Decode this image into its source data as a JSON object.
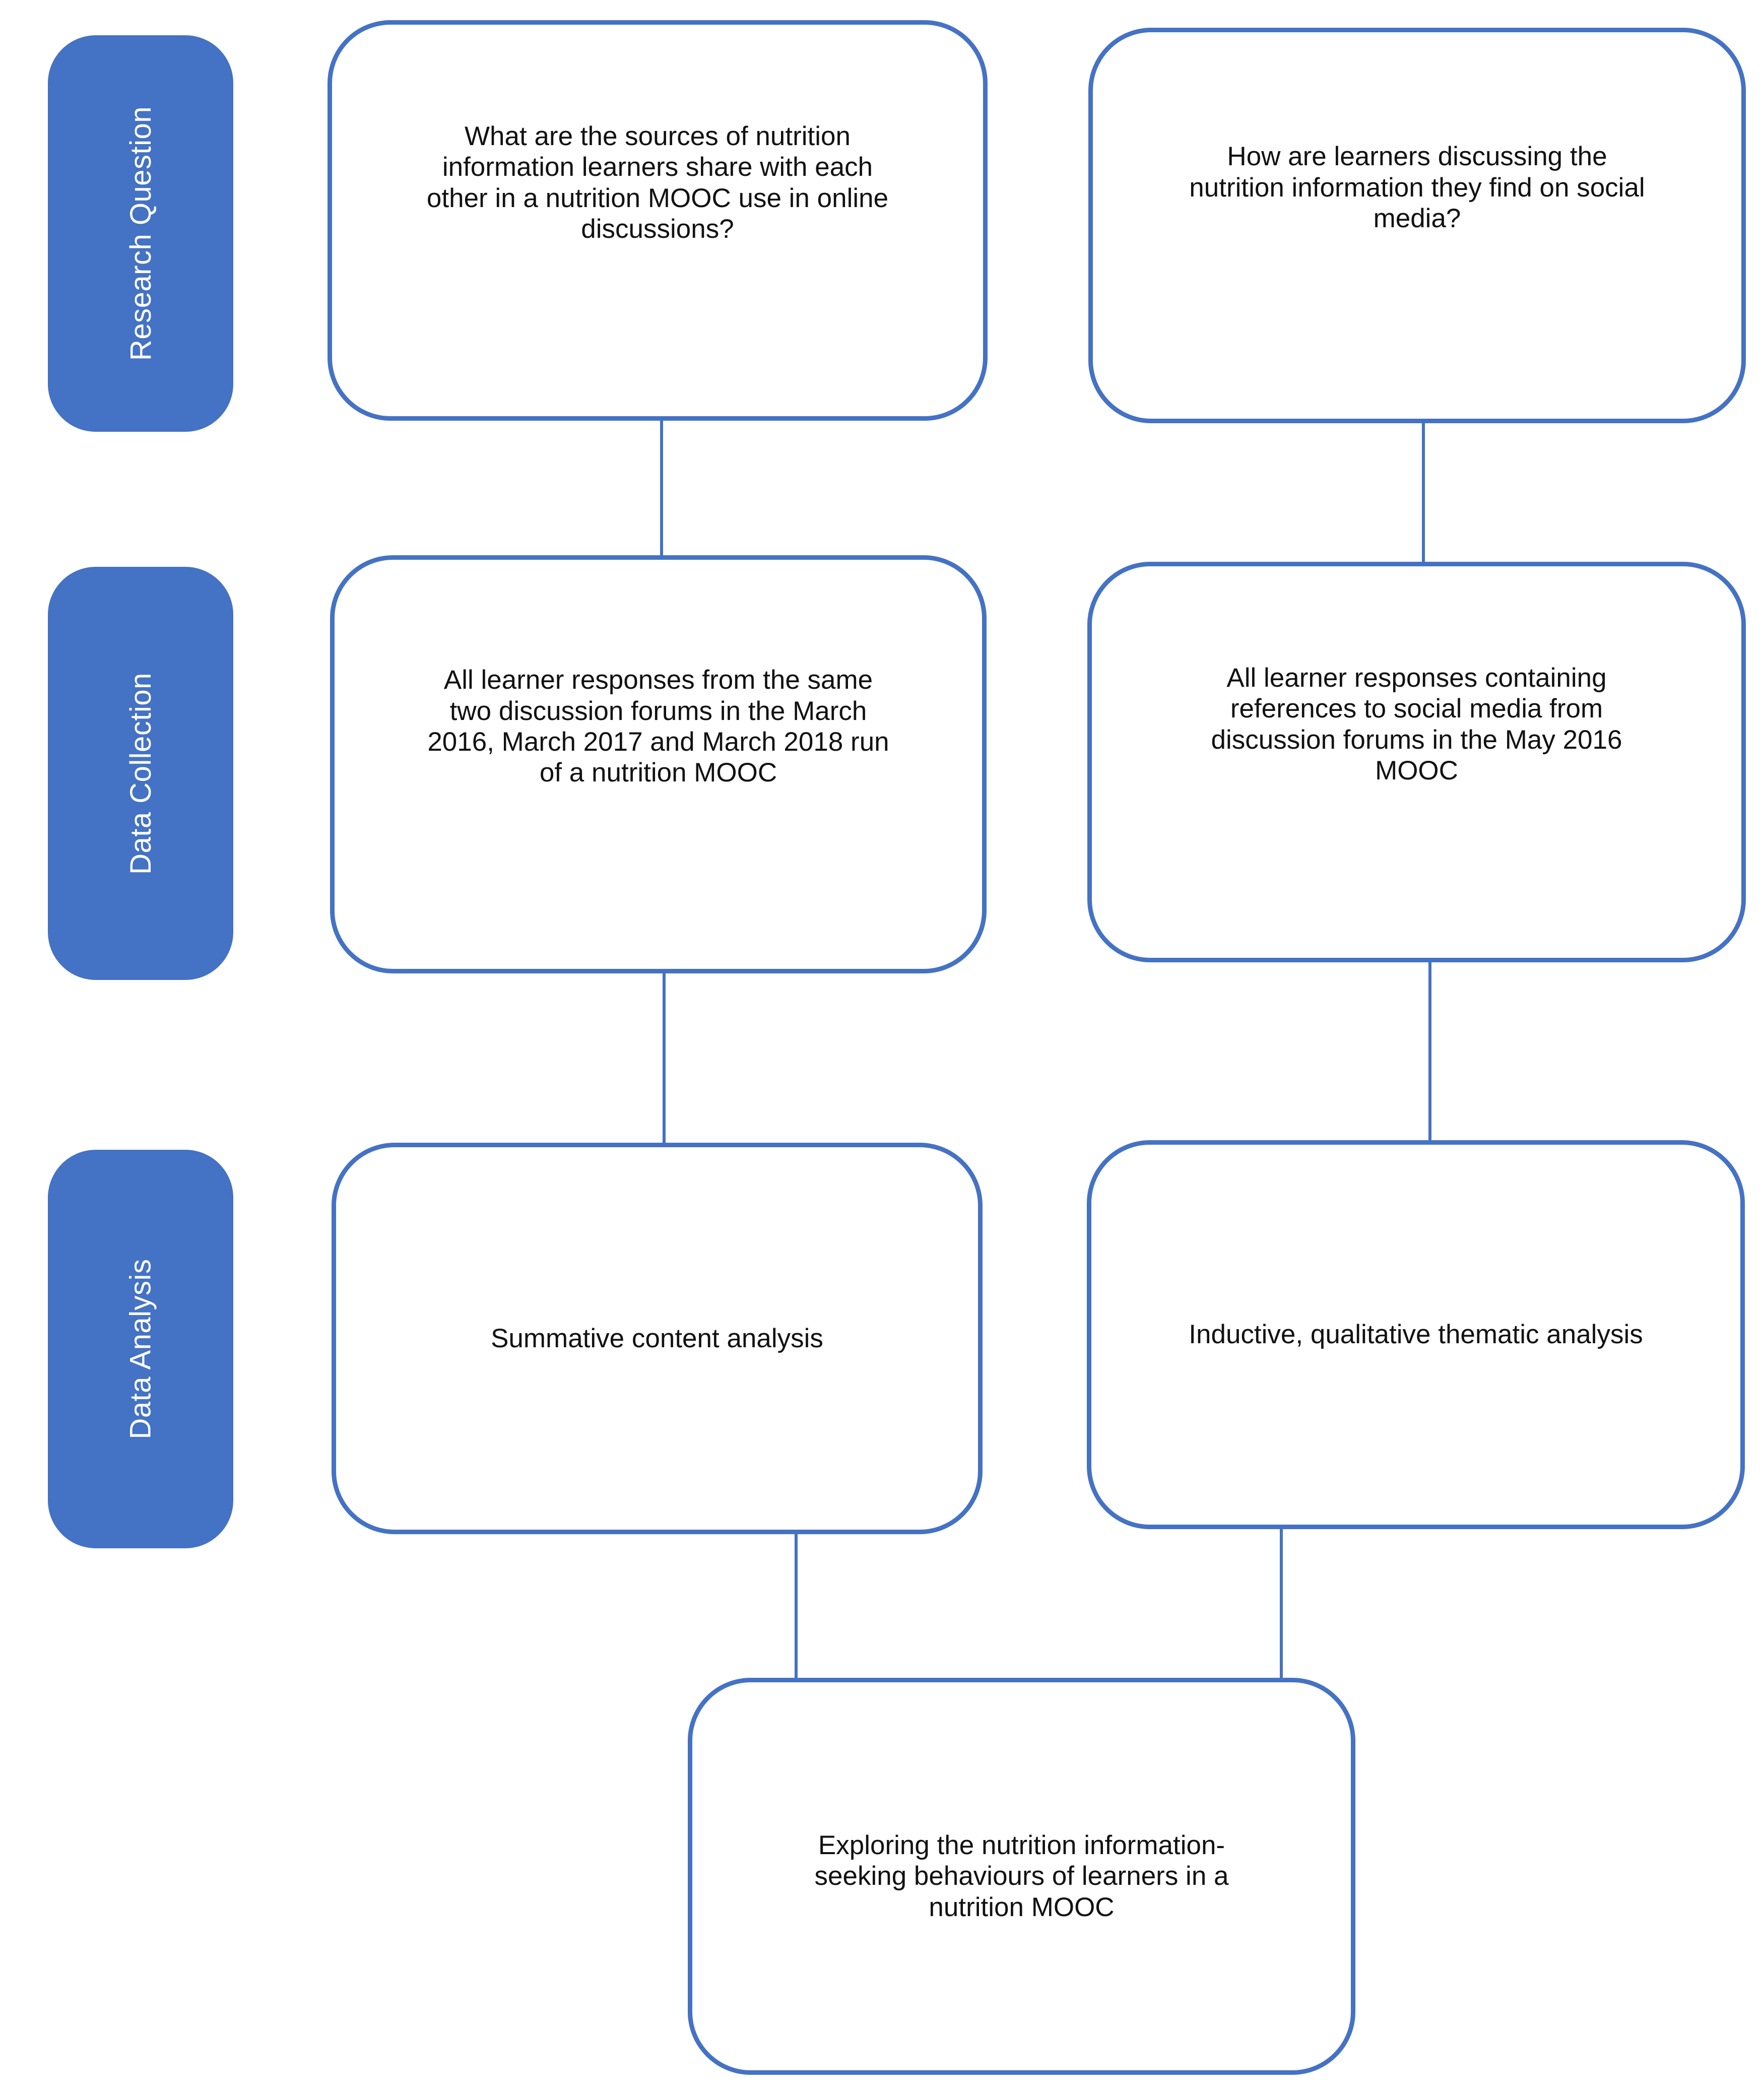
{
  "diagram": {
    "type": "flowchart",
    "background": "#ffffff",
    "accent_color": "#4472c4",
    "text_color": "#111111",
    "stages": [
      {
        "id": "research-question",
        "label": "Research Question"
      },
      {
        "id": "data-collection",
        "label": "Data Collection"
      },
      {
        "id": "data-analysis",
        "label": "Data Analysis"
      }
    ],
    "boxes": {
      "rq_left": {
        "text": "What are the sources of nutrition information learners share with each other in a nutrition MOOC use in online discussions?"
      },
      "rq_right": {
        "text": "How are learners discussing the nutrition information they find on social media?"
      },
      "dc_left": {
        "text": "All learner responses from the same two discussion forums in the March 2016, March 2017 and March 2018 run of a nutrition MOOC"
      },
      "dc_right": {
        "text": "All learner responses containing references to social media from discussion forums in the May 2016 MOOC"
      },
      "da_left": {
        "text": "Summative content analysis"
      },
      "da_right": {
        "text": "Inductive, qualitative thematic analysis"
      },
      "outcome": {
        "text": "Exploring the nutrition information-seeking behaviours of learners in a nutrition MOOC"
      }
    },
    "edges": [
      {
        "from": "rq_left",
        "to": "dc_left"
      },
      {
        "from": "rq_right",
        "to": "dc_right"
      },
      {
        "from": "dc_left",
        "to": "da_left"
      },
      {
        "from": "dc_right",
        "to": "da_right"
      },
      {
        "from": "da_left",
        "to": "outcome"
      },
      {
        "from": "da_right",
        "to": "outcome"
      }
    ]
  }
}
